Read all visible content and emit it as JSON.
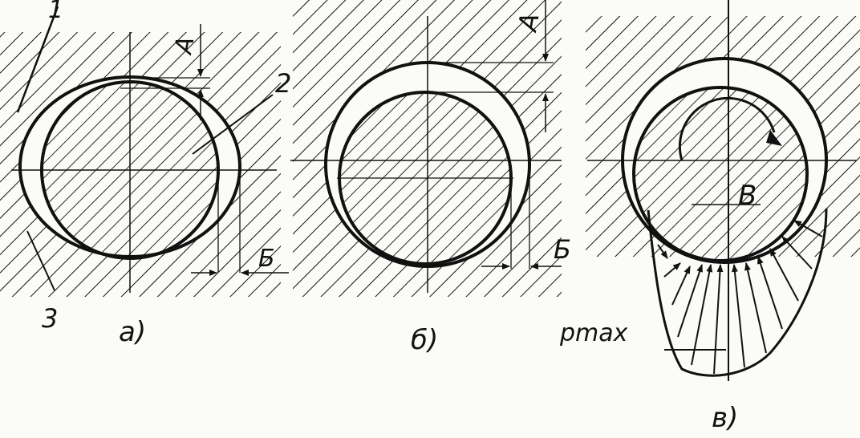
{
  "colors": {
    "ink": "#111111",
    "paper": "#fbfbf8"
  },
  "figure_a": {
    "caption": "а)",
    "callout_1": "1",
    "callout_2": "2",
    "callout_3": "3",
    "dim_A": "А",
    "dim_B": "Б"
  },
  "figure_b": {
    "caption": "б)",
    "dim_A": "А",
    "dim_B": "Б"
  },
  "figure_v": {
    "caption": "в)",
    "center_label": "В",
    "pressure_label": "pmax"
  }
}
